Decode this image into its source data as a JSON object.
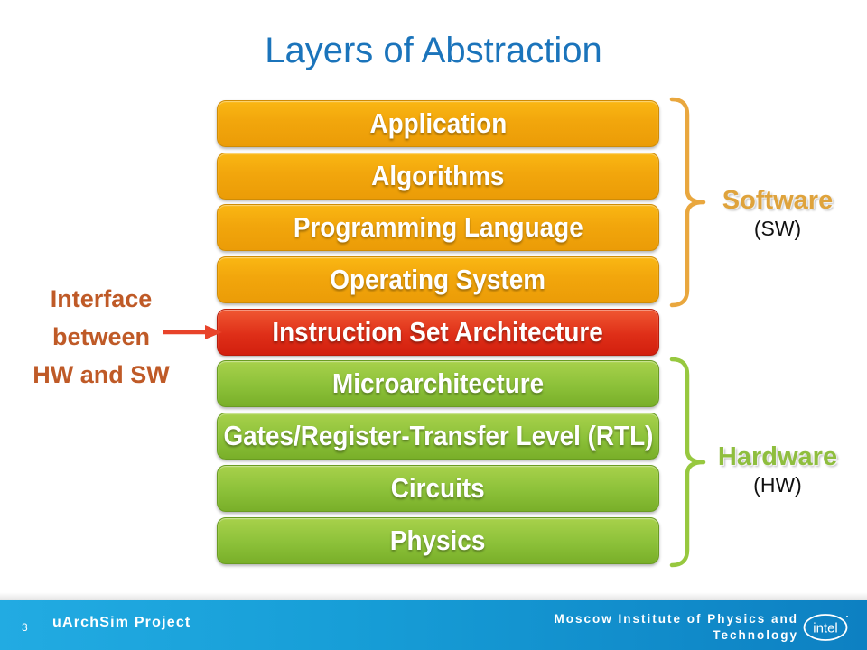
{
  "title": "Layers of Abstraction",
  "layers": [
    {
      "label": "Application",
      "color": "orange"
    },
    {
      "label": "Algorithms",
      "color": "orange"
    },
    {
      "label": "Programming Language",
      "color": "orange"
    },
    {
      "label": "Operating System",
      "color": "orange"
    },
    {
      "label": "Instruction Set Architecture",
      "color": "red"
    },
    {
      "label": "Microarchitecture",
      "color": "green"
    },
    {
      "label": "Gates/Register-Transfer Level (RTL)",
      "color": "green"
    },
    {
      "label": "Circuits",
      "color": "green"
    },
    {
      "label": "Physics",
      "color": "green"
    }
  ],
  "groups": {
    "software": {
      "label": "Software",
      "sub": "(SW)"
    },
    "hardware": {
      "label": "Hardware",
      "sub": "(HW)"
    }
  },
  "interface_note": {
    "line1": "Interface",
    "line2": "between",
    "line3": "HW and SW"
  },
  "footer": {
    "page_number": "3",
    "left": "uArchSim Project",
    "right_line1": "Moscow Institute of Physics and",
    "right_line2": "Technology",
    "logo": "intel"
  },
  "colors": {
    "title": "#1b74bb",
    "software_box": "#f2a60c",
    "isa_box": "#df2f18",
    "hardware_box": "#8cc139",
    "software_label": "#dfa33c",
    "hardware_label": "#8fbe3e",
    "interface_text": "#bf5a27",
    "arrow": "#e8432a",
    "footer_left": "#22abe2",
    "footer_right": "#0d80c2"
  }
}
